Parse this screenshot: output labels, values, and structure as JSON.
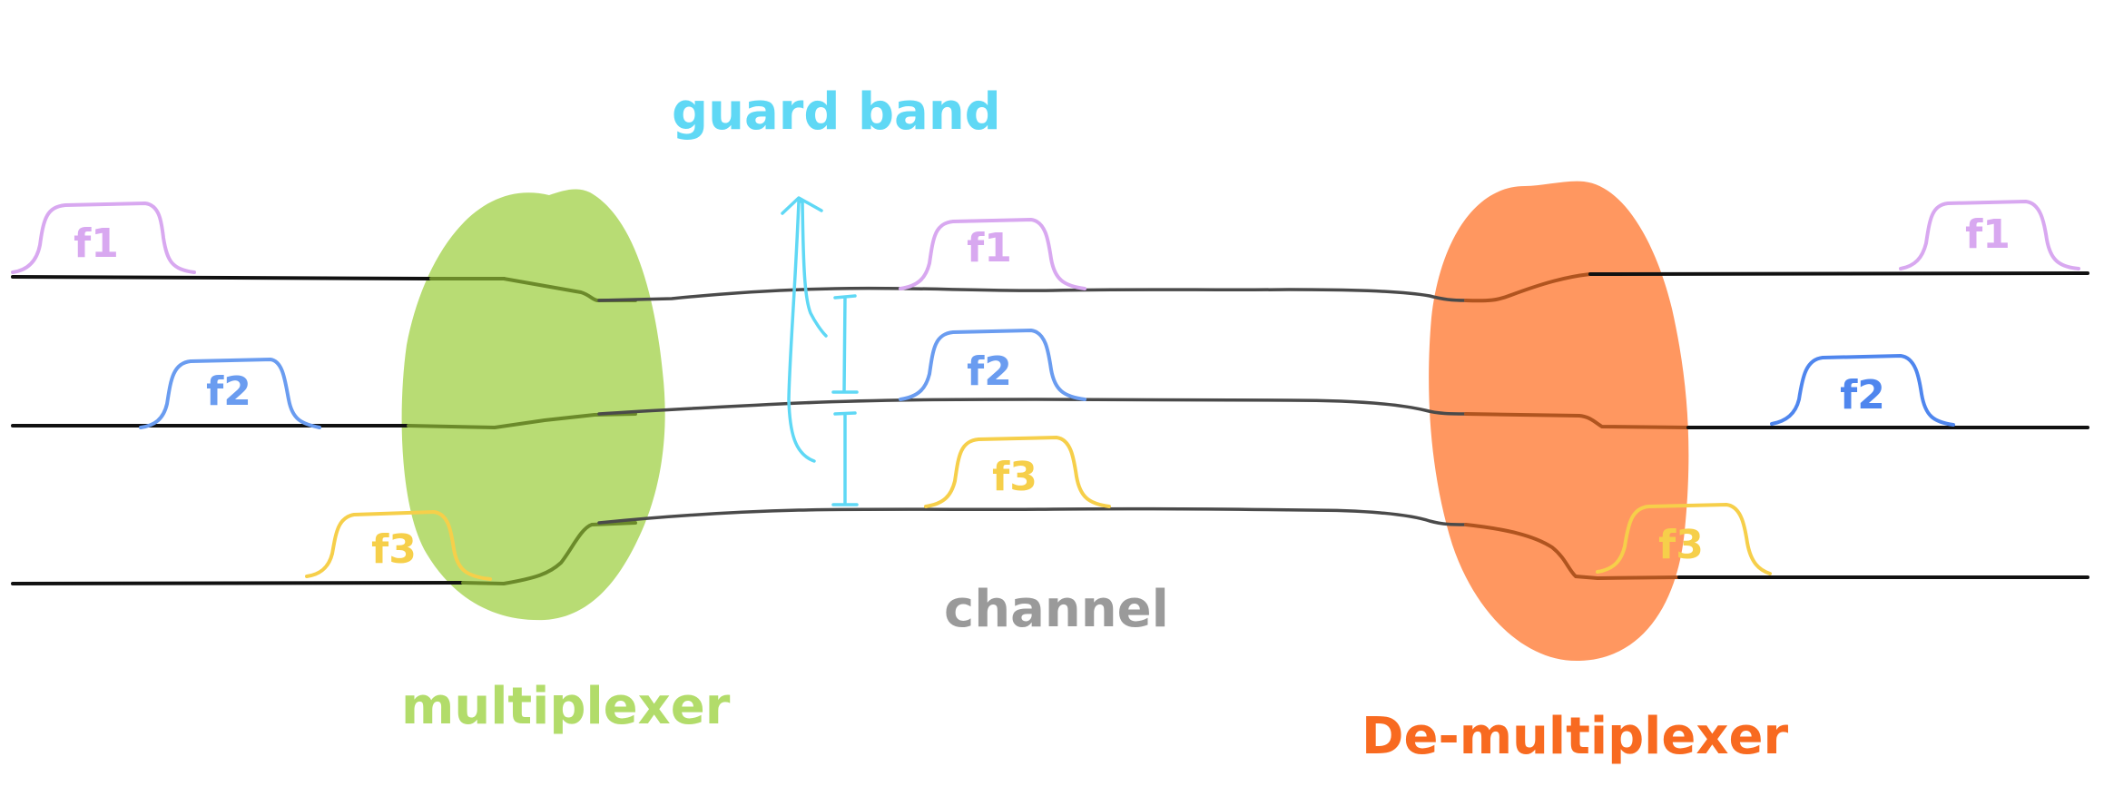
{
  "labels": {
    "guard_band": "guard band",
    "channel": "channel",
    "multiplexer": "multiplexer",
    "demultiplexer": "De-multiplexer",
    "f1": "f1",
    "f2": "f2",
    "f3": "f3"
  },
  "colors": {
    "f1": "#d8a8f0",
    "f2": "#6a9cf0",
    "f3": "#f6cf4a",
    "guard_band": "#5fd8f5",
    "channel": "#9a9a9a",
    "multiplexer": "#b2dc6a",
    "demultiplexer": "#ff8c4e",
    "demultiplexer_label": "#f86a20",
    "lines": "#111111"
  }
}
